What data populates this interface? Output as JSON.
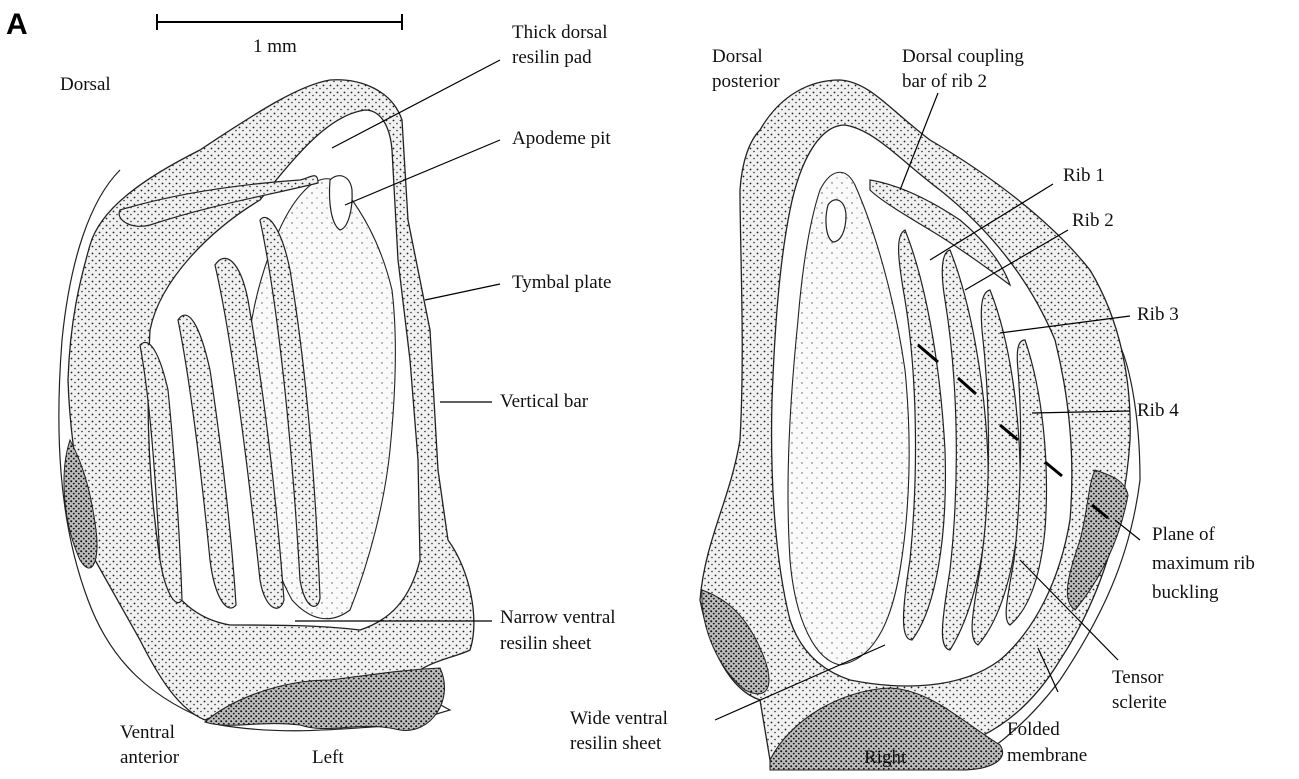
{
  "panel_letter": "A",
  "scale_bar": {
    "label": "1 mm"
  },
  "orientation": {
    "dorsal": "Dorsal",
    "dorsal_posterior": [
      "Dorsal",
      "posterior"
    ],
    "ventral_anterior": [
      "Ventral",
      "anterior"
    ],
    "left": "Left",
    "right": "Right"
  },
  "left_labels": {
    "thick_dorsal_resilin_pad": [
      "Thick dorsal",
      "resilin pad"
    ],
    "apodeme_pit": "Apodeme pit",
    "tymbal_plate": "Tymbal plate",
    "vertical_bar": "Vertical bar",
    "narrow_ventral_resilin_sheet": [
      "Narrow ventral",
      "resilin sheet"
    ]
  },
  "right_labels": {
    "dorsal_coupling_bar": [
      "Dorsal coupling",
      "bar of rib 2"
    ],
    "rib1": "Rib 1",
    "rib2": "Rib 2",
    "rib3": "Rib 3",
    "rib4": "Rib 4",
    "plane_buckling": [
      "Plane of",
      "maximum rib",
      "buckling"
    ],
    "tensor_sclerite": [
      "Tensor",
      "sclerite"
    ],
    "folded_membrane": [
      "Folded",
      "membrane"
    ],
    "wide_ventral_resilin_sheet": [
      "Wide ventral",
      "resilin sheet"
    ]
  }
}
